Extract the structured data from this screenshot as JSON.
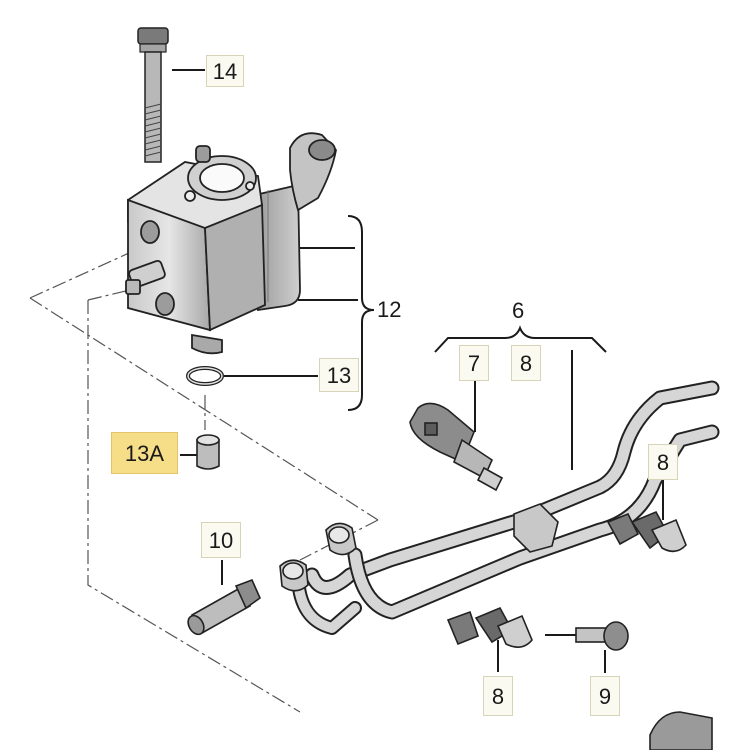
{
  "callouts": {
    "c14": "14",
    "c12": "12",
    "c13": "13",
    "c13a": "13A",
    "c6": "6",
    "c7": "7",
    "c8_top": "8",
    "c8_right": "8",
    "c10": "10",
    "c8_bottom": "8",
    "c9": "9"
  },
  "colors": {
    "highlight": "#f6dd88",
    "callout_bg": "#fbfaf0",
    "line": "#1a1a1a",
    "part_light": "#d9d9d9",
    "part_mid": "#b5b5b5",
    "part_dark": "#8c8c8c"
  }
}
